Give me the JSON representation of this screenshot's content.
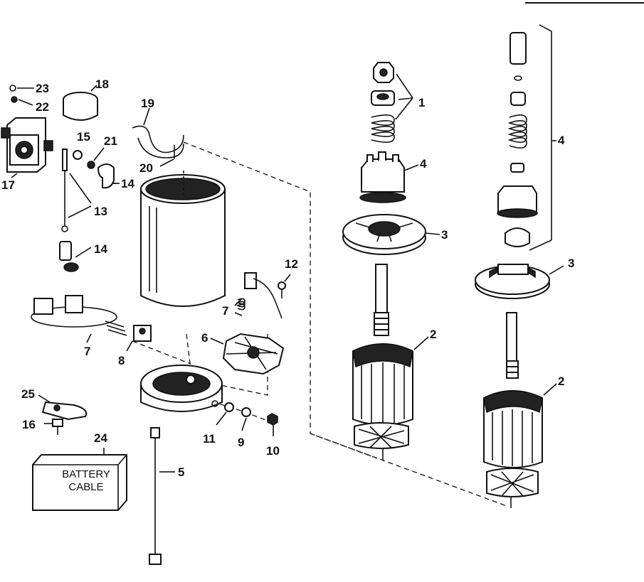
{
  "diagram": {
    "callouts": {
      "n1": "1",
      "n2a": "2",
      "n2b": "2",
      "n3a": "3",
      "n3b": "3",
      "n4a": "4",
      "n4b": "4",
      "n5": "5",
      "n6": "6",
      "n7a": "7",
      "n7b": "7",
      "n8": "8",
      "n9": "9",
      "n10": "10",
      "n11": "11",
      "n12": "12",
      "n13": "13",
      "n14a": "14",
      "n14b": "14",
      "n15": "15",
      "n16": "16",
      "n17": "17",
      "n18": "18",
      "n19": "19",
      "n20": "20",
      "n21": "21",
      "n22": "22",
      "n23": "23",
      "n24": "24",
      "n25": "25"
    },
    "battery_label": {
      "line1": "BATTERY",
      "line2": "CABLE"
    }
  }
}
